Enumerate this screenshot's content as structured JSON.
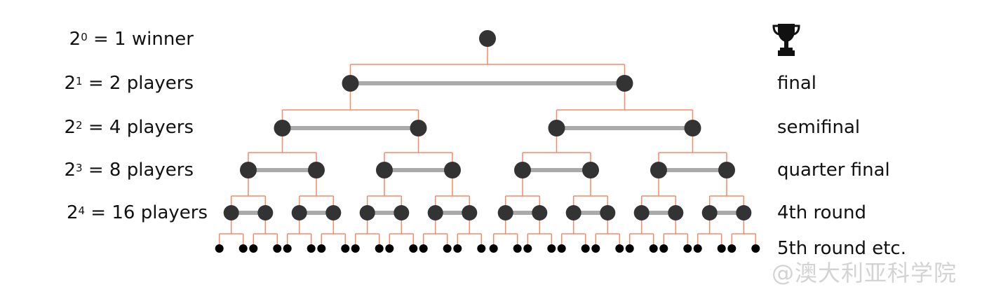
{
  "left_labels": [
    {
      "base": "2",
      "exp": "0",
      "text": " = 1 winner"
    },
    {
      "base": "2",
      "exp": "1",
      "text": " = 2 players"
    },
    {
      "base": "2",
      "exp": "2",
      "text": " = 4 players"
    },
    {
      "base": "2",
      "exp": "3",
      "text": " = 8 players"
    },
    {
      "base": "2",
      "exp": "4",
      "text": " = 16 players"
    }
  ],
  "right_labels": [
    "final",
    "semifinal",
    "quarter final",
    "4th round",
    "5th round etc."
  ],
  "trophy_icon": "trophy-icon",
  "watermark": "@澳大利亚科学院",
  "colors": {
    "node": "#333333",
    "connector": "#f58a66",
    "match_bar": "#aaaaaa",
    "leaf": "#000000"
  },
  "tree_levels": 6
}
